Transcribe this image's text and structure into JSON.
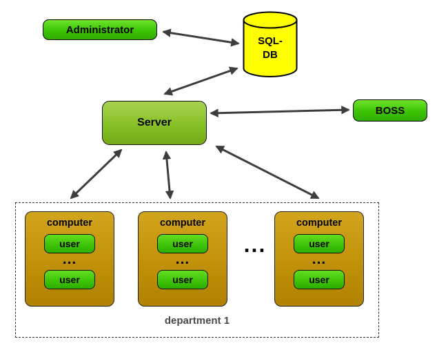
{
  "nodes": {
    "administrator": {
      "label": "Administrator"
    },
    "sql_db": {
      "line1": "SQL-",
      "line2": "DB"
    },
    "server": {
      "label": "Server"
    },
    "boss": {
      "label": "BOSS"
    }
  },
  "department": {
    "label": "department 1",
    "separator_ellipsis": "...",
    "computers": [
      {
        "label": "computer",
        "ellipsis": "...",
        "users": [
          "user",
          "user"
        ]
      },
      {
        "label": "computer",
        "ellipsis": "...",
        "users": [
          "user",
          "user"
        ]
      },
      {
        "label": "computer",
        "ellipsis": "...",
        "users": [
          "user",
          "user"
        ]
      }
    ]
  },
  "colors": {
    "node_green": "#3cc405",
    "server_green": "#86c026",
    "computer_gold": "#bf8f07",
    "database_yellow": "#ffff00",
    "arrow_gray": "#3d3d3d",
    "border_black": "#000000",
    "department_label_gray": "#4a4a4a"
  }
}
